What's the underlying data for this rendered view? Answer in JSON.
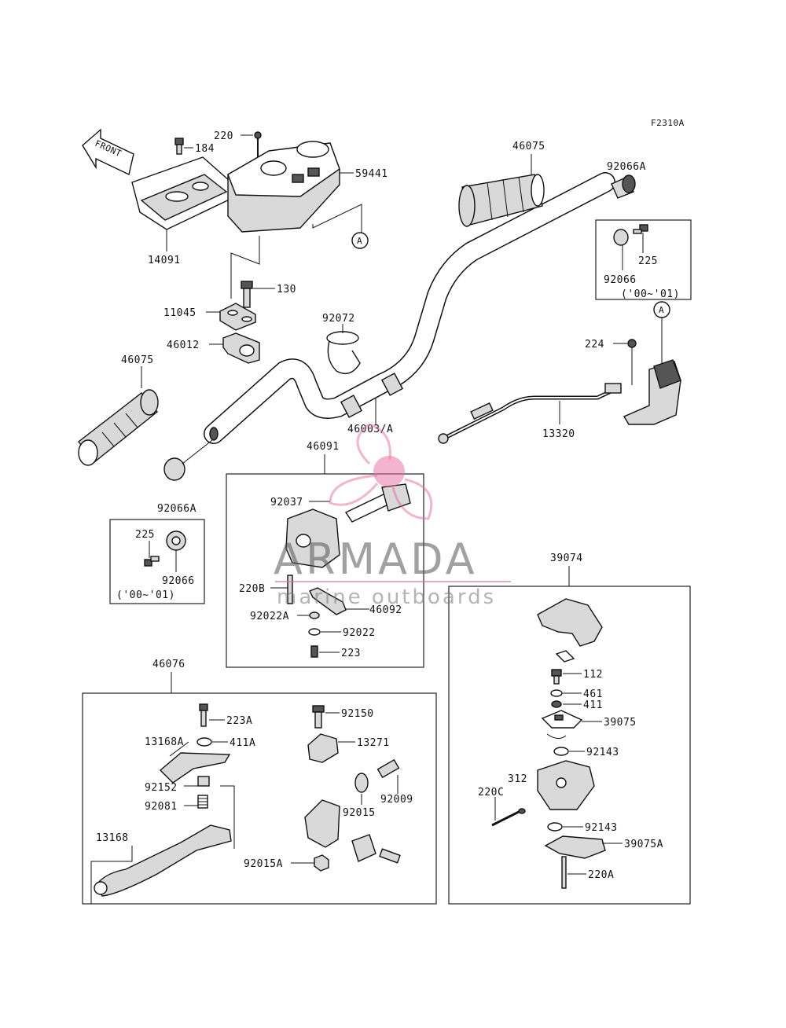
{
  "figure_code": "F2310A",
  "front_label": "FRONT",
  "callout_letter": "A",
  "watermark": {
    "brand": "ARMADA",
    "tagline": "marine outboards",
    "color": "#e46aa0"
  },
  "labels": {
    "p220_top": "220",
    "p184": "184",
    "p59441": "59441",
    "p14091": "14091",
    "p130": "130",
    "p11045": "11045",
    "p46012": "46012",
    "p46075_left": "46075",
    "p46075_right": "46075",
    "p92066A_right": "92066A",
    "p225_right": "225",
    "p92066_right": "92066",
    "year_right": "('00~'01)",
    "p92072": "92072",
    "p224": "224",
    "p46003A": "46003/A",
    "p13320": "13320",
    "p46091": "46091",
    "p92037": "92037",
    "p92066A_left": "92066A",
    "p225_left": "225",
    "p92066_left": "92066",
    "year_left": "('00~'01)",
    "p220B": "220B",
    "p92022A": "92022A",
    "p46092": "46092",
    "p92022": "92022",
    "p223": "223",
    "p39074": "39074",
    "p112": "112",
    "p461": "461",
    "p411": "411",
    "p39075": "39075",
    "p92143_a": "92143",
    "p312": "312",
    "p220C": "220C",
    "p92143_b": "92143",
    "p39075A": "39075A",
    "p220A": "220A",
    "p46076": "46076",
    "p223A": "223A",
    "p13168A": "13168A",
    "p411A": "411A",
    "p92152": "92152",
    "p92081": "92081",
    "p13168": "13168",
    "p92150": "92150",
    "p13271": "13271",
    "p92015": "92015",
    "p92009": "92009",
    "p92015A": "92015A"
  }
}
